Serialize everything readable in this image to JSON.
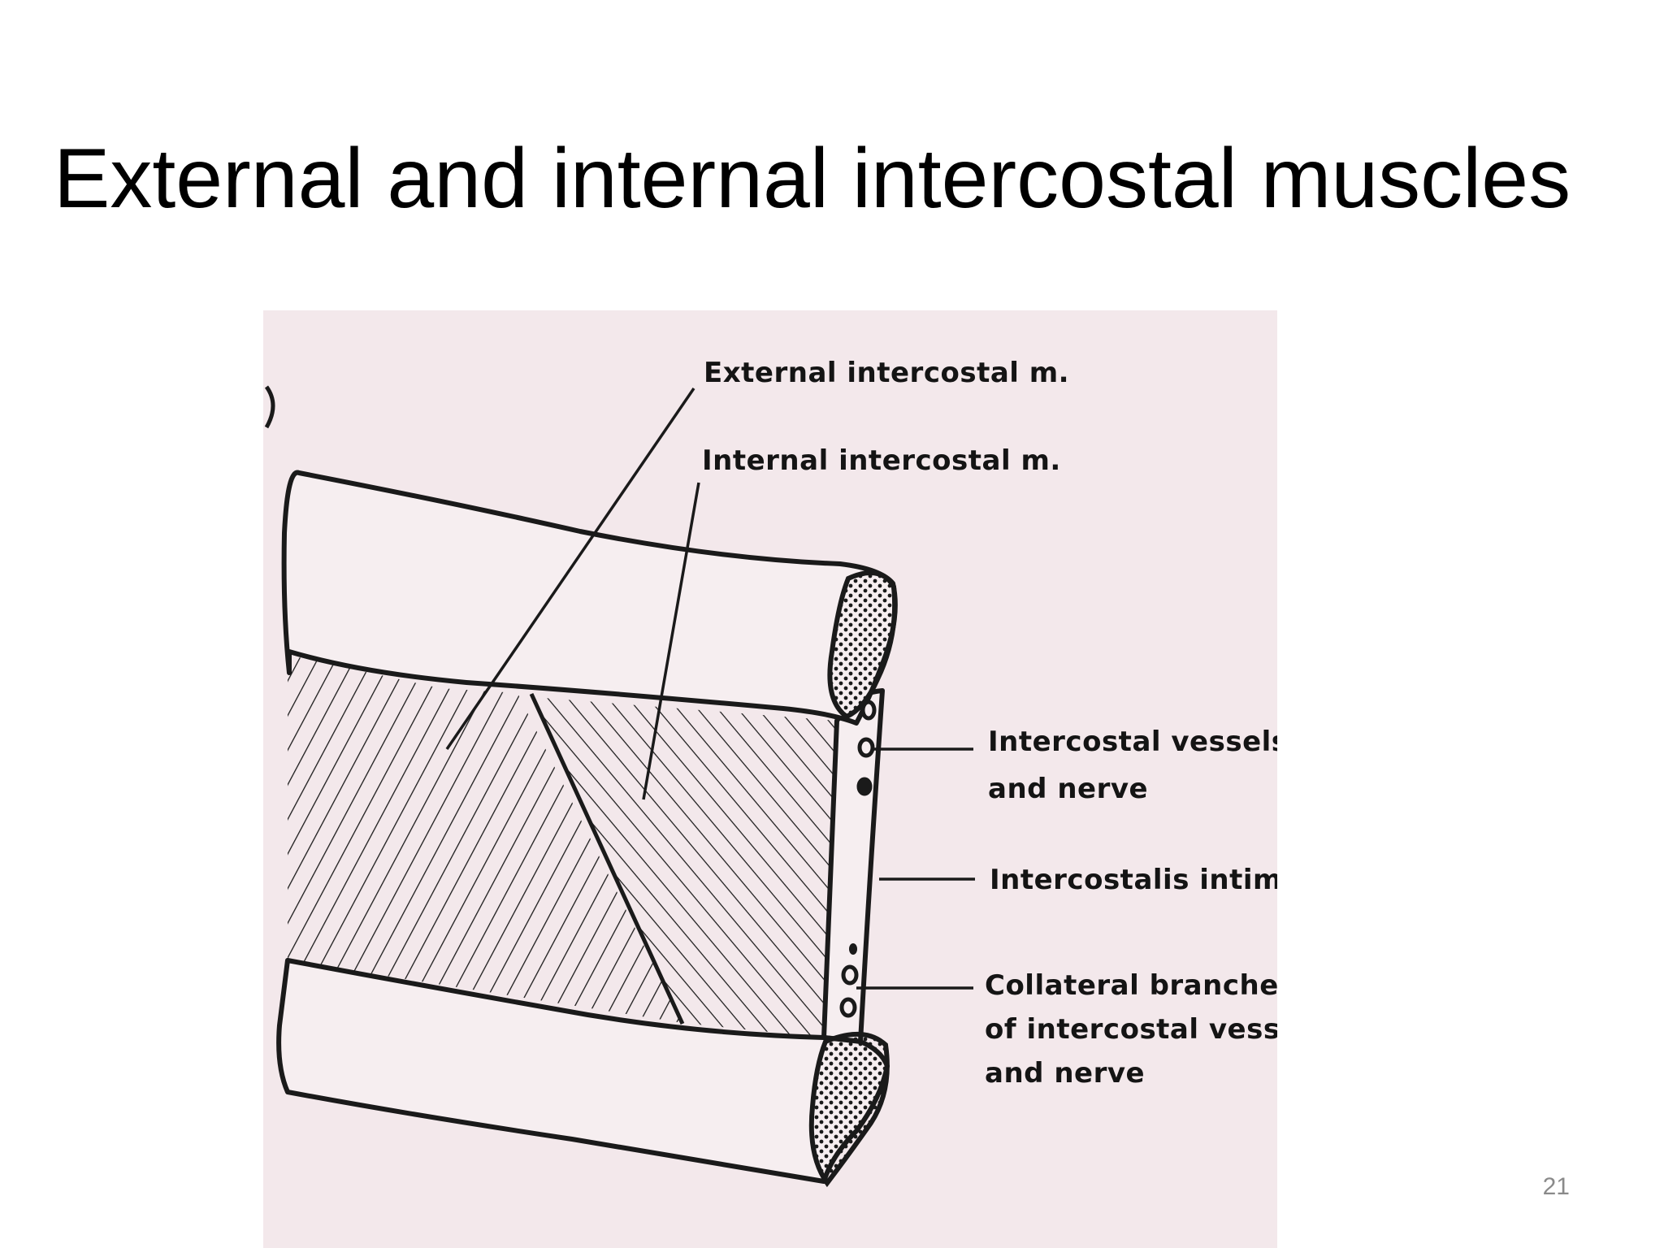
{
  "slide": {
    "title": "External and internal intercostal muscles",
    "page_number": "21"
  },
  "diagram": {
    "labels": {
      "external_intercostal": "External intercostal m.",
      "internal_intercostal": "Internal intercostal m.",
      "vessels_nerve_line1": "Intercostal vessels",
      "vessels_nerve_line2": "and nerve",
      "intercostalis_intimi": "Intercostalis intimi",
      "collateral_line1": "Collateral branches",
      "collateral_line2": "of intercostal vessels",
      "collateral_line3": "and nerve"
    },
    "colors": {
      "paper": "#f6eef0",
      "ink": "#1a1a1a",
      "paper_tint": "#ecd8dc"
    }
  }
}
